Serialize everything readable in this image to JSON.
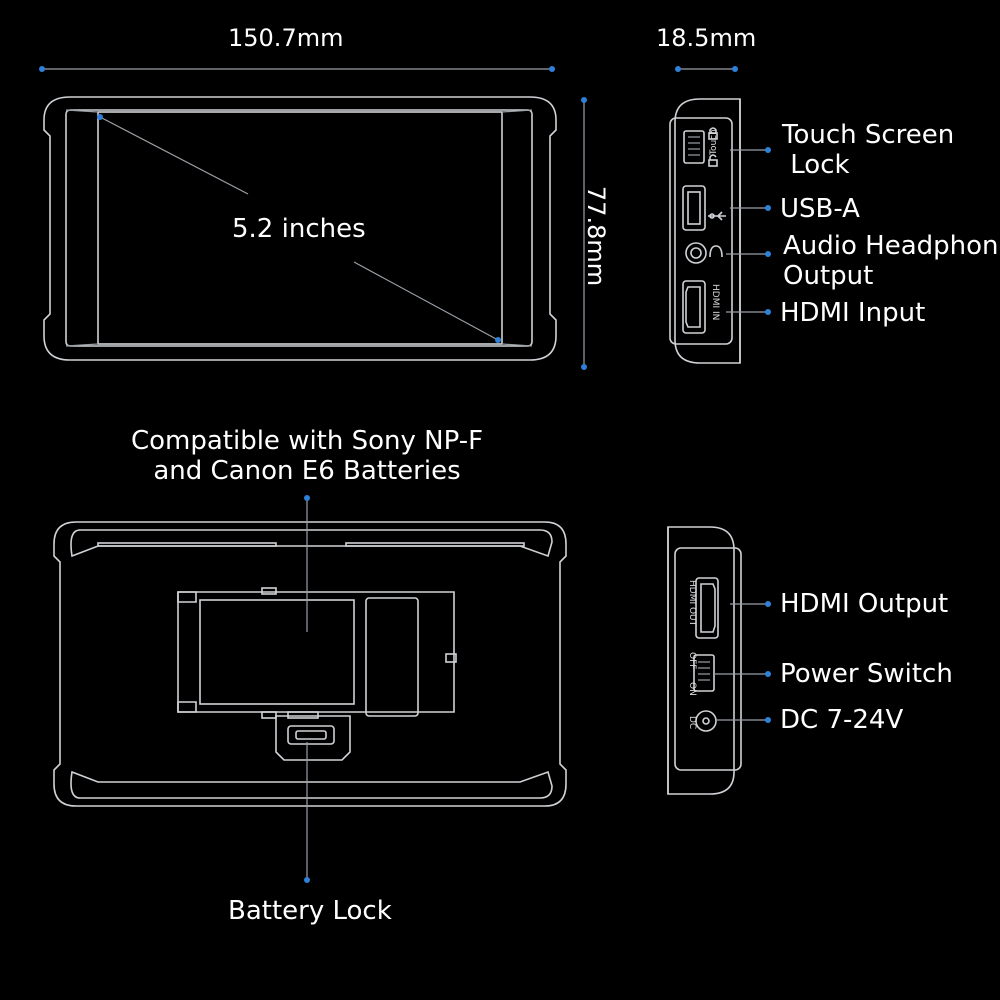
{
  "dimensions": {
    "width": "150.7mm",
    "depth": "18.5mm",
    "height": "77.8mm",
    "screen": "5.2 inches"
  },
  "right_side_ports": [
    {
      "label_1": "Touch Screen",
      "label_2": " Lock"
    },
    {
      "label_1": "USB-A"
    },
    {
      "label_1": "Audio Headphone",
      "label_2": "Output"
    },
    {
      "label_1": "HDMI Input"
    }
  ],
  "right_side_markings": {
    "touch": "Touch",
    "hdmi_in": "HDMI IN"
  },
  "left_side_ports": [
    {
      "label_1": "HDMI Output"
    },
    {
      "label_1": "Power Switch"
    },
    {
      "label_1": "DC 7-24V"
    }
  ],
  "left_side_markings": {
    "hdmi_out": "HDMI OUT",
    "off": "OFF",
    "on": "ON",
    "dc": "DC"
  },
  "back": {
    "battery_note_1": "Compatible with Sony NP-F",
    "battery_note_2": "and Canon E6 Batteries",
    "battery_lock": "Battery Lock"
  },
  "colors": {
    "accent_dot": "#2f80d8",
    "line": "#9aa0a6",
    "outline": "#cfd2d6"
  }
}
